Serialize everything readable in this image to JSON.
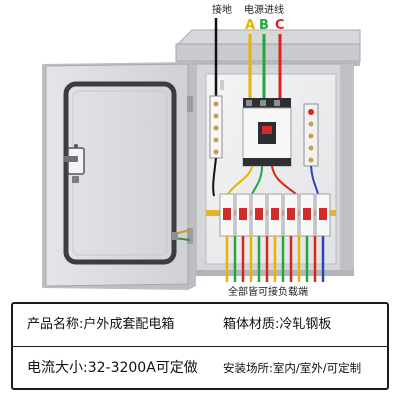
{
  "labels": {
    "ground": "接地",
    "power_in": "电源进线",
    "phase_a": "A",
    "phase_b": "B",
    "phase_c": "C",
    "load_note": "全部皆可接负载端"
  },
  "specs": {
    "product_name": "产品名称:户外成套配电箱",
    "material": "箱体材质:冷轧钢板",
    "current": "电流大小:32-3200A可定做",
    "location": "安装场所:室内/室外/可定制"
  },
  "colors": {
    "phase_a": "#e8b400",
    "phase_b": "#22a83a",
    "phase_c": "#d9261c",
    "neutral": "#2a45b8",
    "breaker_red": "#d42a2a",
    "cabinet_gray": "#dcdde0"
  }
}
